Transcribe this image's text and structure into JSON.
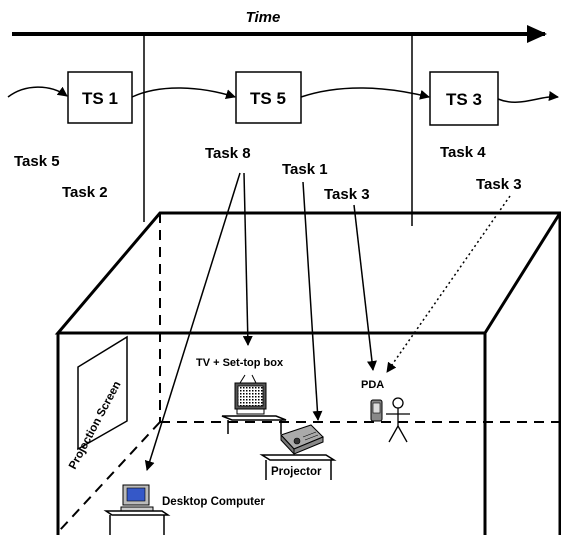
{
  "timeline": {
    "label": "Time"
  },
  "task_sets": [
    {
      "id": "ts1",
      "label": "TS 1"
    },
    {
      "id": "ts5",
      "label": "TS 5"
    },
    {
      "id": "ts3",
      "label": "TS 3"
    }
  ],
  "tasks": {
    "task5": "Task 5",
    "task2": "Task 2",
    "task8": "Task 8",
    "task1": "Task 1",
    "task3a": "Task 3",
    "task4": "Task 4",
    "task3b": "Task 3"
  },
  "devices": {
    "tv": "TV + Set-top box",
    "pda": "PDA",
    "projection_screen": "Projection Screen",
    "projector": "Projector",
    "desktop": "Desktop Computer"
  }
}
